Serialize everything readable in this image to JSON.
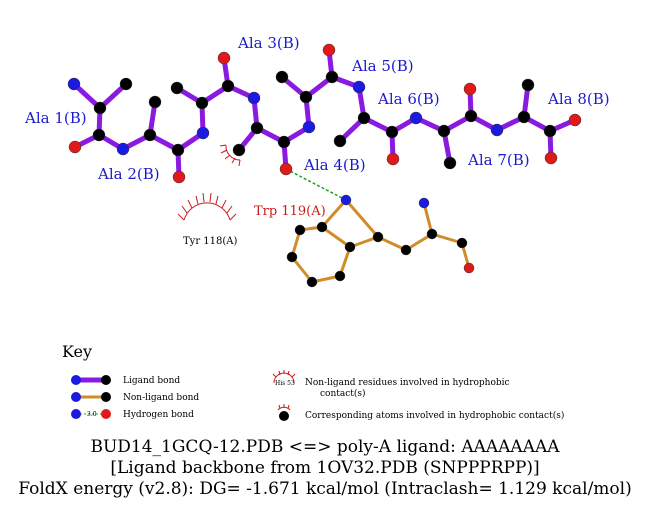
{
  "ligand_residues": [
    {
      "label": "Ala 1(B)"
    },
    {
      "label": "Ala 2(B)"
    },
    {
      "label": "Ala 3(B)"
    },
    {
      "label": "Ala 4(B)"
    },
    {
      "label": "Ala 5(B)"
    },
    {
      "label": "Ala 6(B)"
    },
    {
      "label": "Ala 7(B)"
    },
    {
      "label": "Ala 8(B)"
    }
  ],
  "protein_residues": {
    "trp": "Trp 119(A)",
    "tyr": "Tyr 118(A)"
  },
  "key": {
    "title": "Key",
    "ligand_bond": "Ligand bond",
    "nonligand_bond": "Non-ligand bond",
    "hydrogen_bond": "Hydrogen bond",
    "hbond_marker": "3.0",
    "his_marker": "His 53",
    "hydrophobic_residues": "Non-ligand residues involved in hydrophobic",
    "hydrophobic_residues_2": "contact(s)",
    "hydrophobic_atoms": "Corresponding atoms involved in hydrophobic contact(s)"
  },
  "caption": {
    "line1": "BUD14_1GCQ-12.PDB <=> poly-A ligand: AAAAAAAA",
    "line2": "[Ligand backbone from 1OV32.PDB (SNPPPRPP)]",
    "line3": "FoldX energy (v2.8): DG= -1.671 kcal/mol (Intraclash= 1.129 kcal/mol)"
  },
  "colors": {
    "ligand_bond": "#8b1ae0",
    "nonligand_bond": "#d08c28",
    "hbond": "#2a9a2a",
    "hydrophobic": "#cc1a1a",
    "nitrogen": "#1a1ae0",
    "oxygen": "#e01a1a",
    "carbon": "#000000",
    "label_ligand": "#1a1acc",
    "label_protein": "#cc1a1a"
  }
}
